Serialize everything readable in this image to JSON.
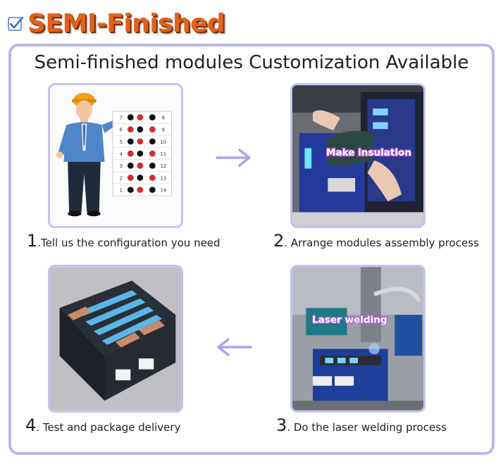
{
  "header": {
    "title": "SEMI-Finished",
    "icon": "checkbox-icon"
  },
  "panel": {
    "title": "Semi-finished modules Customization Available",
    "border_color": "#b9b6ee"
  },
  "steps": [
    {
      "number": "1",
      "text": ".Tell us the configuration you need",
      "image": "engineer-with-cell-grid"
    },
    {
      "number": "2",
      "text": ". Arrange modules assembly process",
      "image": "hands-insulating-modules",
      "overlay": "Make insulation"
    },
    {
      "number": "3",
      "text": ". Do the laser welding process",
      "image": "laser-welding-station",
      "overlay": "Laser welding"
    },
    {
      "number": "4",
      "text": ". Test and package delivery",
      "image": "finished-battery-pack"
    }
  ],
  "config_grid": {
    "rows": [
      [
        "7",
        "8"
      ],
      [
        "6",
        "9"
      ],
      [
        "5",
        "10"
      ],
      [
        "4",
        "11"
      ],
      [
        "3",
        "12"
      ],
      [
        "2",
        "13"
      ],
      [
        "1",
        "14"
      ]
    ]
  },
  "colors": {
    "title_orange": "#e0621a",
    "arrow": "#a9a4ee",
    "overlay_stroke": "#b25ad9"
  }
}
